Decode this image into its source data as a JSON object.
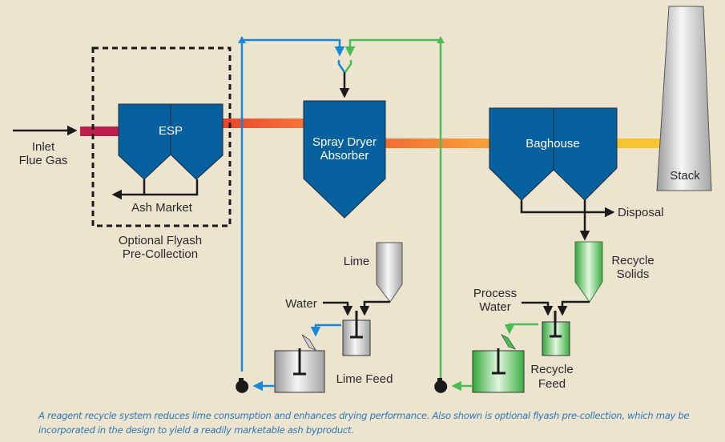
{
  "labels": {
    "inlet": [
      "Inlet",
      "Flue Gas"
    ],
    "esp": "ESP",
    "ash_market": "Ash Market",
    "optional": [
      "Optional Flyash",
      "Pre-Collection"
    ],
    "sda": [
      "Spray Dryer",
      "Absorber"
    ],
    "baghouse": "Baghouse",
    "stack": "Stack",
    "disposal": "Disposal",
    "recycle_solids": [
      "Recycle",
      "Solids"
    ],
    "process_water": [
      "Process",
      "Water"
    ],
    "recycle_feed": [
      "Recycle",
      "Feed"
    ],
    "lime": "Lime",
    "water": "Water",
    "lime_feed": "Lime Feed"
  },
  "colors": {
    "vessel_blue": "#05609e",
    "lime_line": "#1a87d6",
    "recycle_line": "#4cbc54",
    "inlet_gas": "#bd1f4f",
    "hot_gas": "#f05a28",
    "warm_gas": "#f7953a",
    "clean_gas": "#f5c531",
    "caption": "#2e78b6"
  },
  "caption": "A reagent recycle system reduces lime consumption and enhances drying performance. Also shown is optional flyash pre-collection, which may be incorporated in the design to yield a readily marketable ash byproduct."
}
